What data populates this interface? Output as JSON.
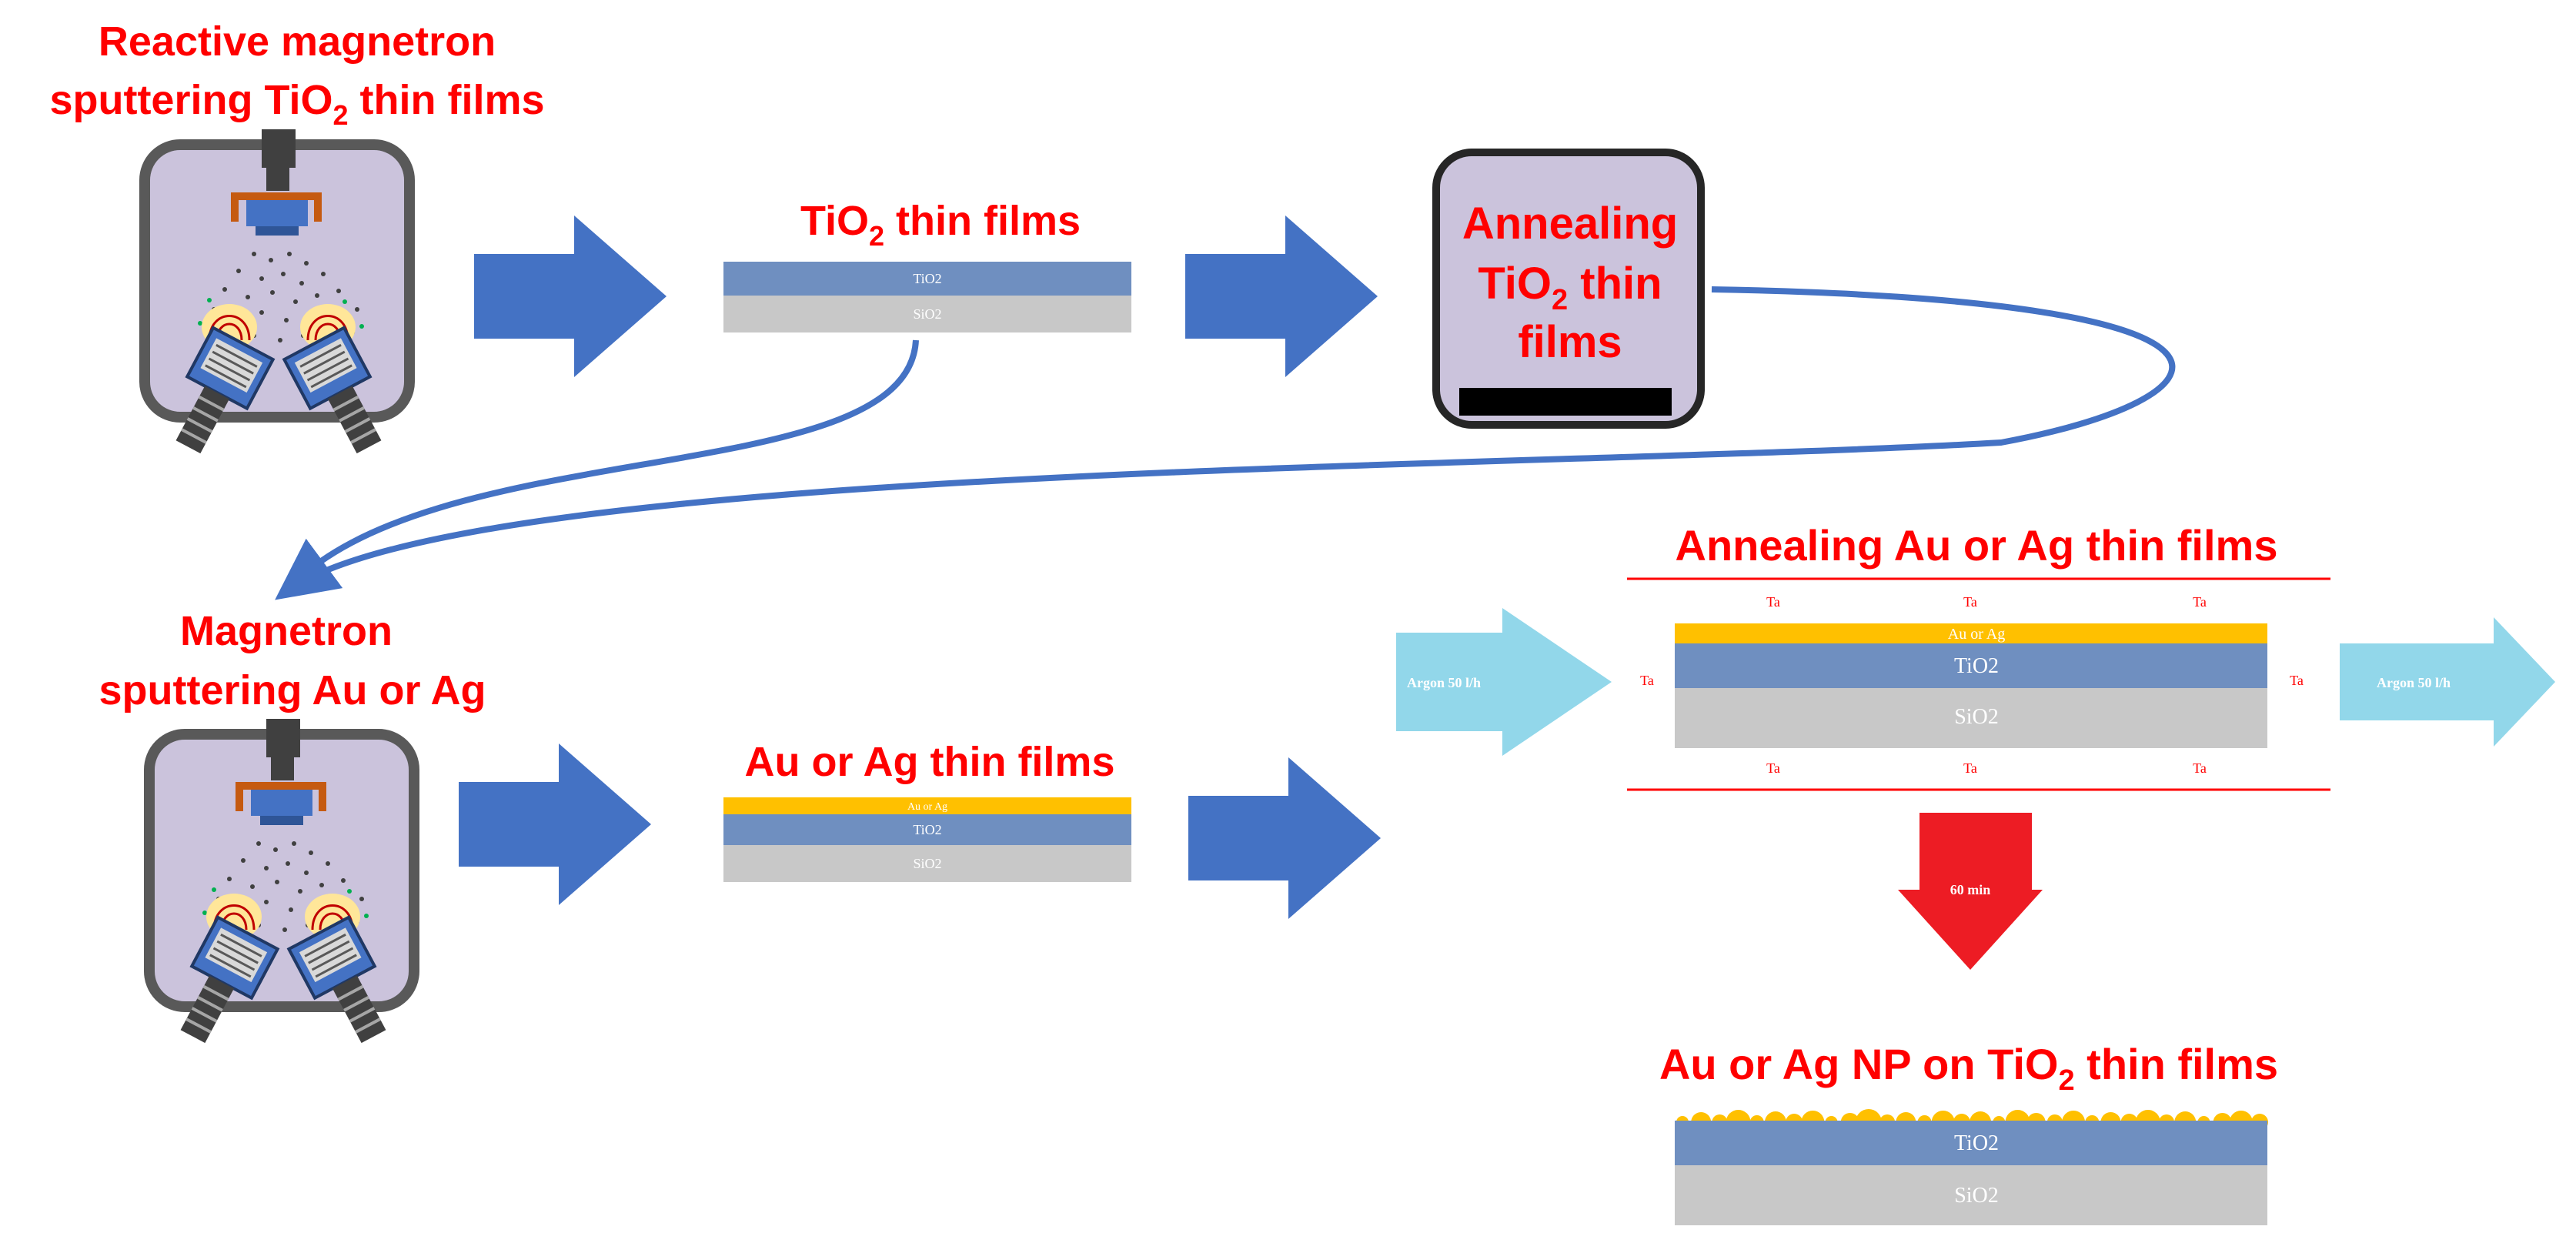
{
  "colors": {
    "red_text": "#ff0000",
    "blue_arrow": "#4472c4",
    "light_blue_arrow": "#92d7ea",
    "red_arrow": "#ed1c24",
    "tio2_layer": "#6f8fc0",
    "sio2_layer": "#c8c8c8",
    "gold_layer": "#ffc000",
    "chamber_fill": "#cbc3dc",
    "chamber_frame": "#595959"
  },
  "steps": {
    "sputter_tio2": {
      "title_line1": "Reactive magnetron",
      "title_line2_pre": "sputtering TiO",
      "title_line2_sub": "2",
      "title_line2_post": " thin films"
    },
    "tio2_films": {
      "title_pre": "TiO",
      "title_sub": "2",
      "title_post": " thin films",
      "top_layer": "TiO2",
      "bottom_layer": "SiO2"
    },
    "anneal_tio2": {
      "line1": "Annealing",
      "line2_pre": "TiO",
      "line2_sub": "2",
      "line2_post": " thin",
      "line3": "films"
    },
    "sputter_metal": {
      "title_line1": "Magnetron",
      "title_line2": "sputtering Au or Ag"
    },
    "metal_films": {
      "title": "Au or Ag thin films",
      "top_layer": "Au or Ag",
      "mid_layer": "TiO2",
      "bottom_layer": "SiO2"
    },
    "anneal_metal": {
      "title": "Annealing Au or Ag thin films",
      "temp_label": "Ta",
      "argon_in": "Argon 50 l/h",
      "argon_out": "Argon 50 l/h",
      "top_layer": "Au or Ag",
      "mid_layer": "TiO2",
      "bottom_layer": "SiO2",
      "time": "60 min"
    },
    "result": {
      "title_pre": "Au or Ag NP on TiO",
      "title_sub": "2",
      "title_post": " thin films",
      "mid_layer": "TiO2",
      "bottom_layer": "SiO2"
    }
  }
}
